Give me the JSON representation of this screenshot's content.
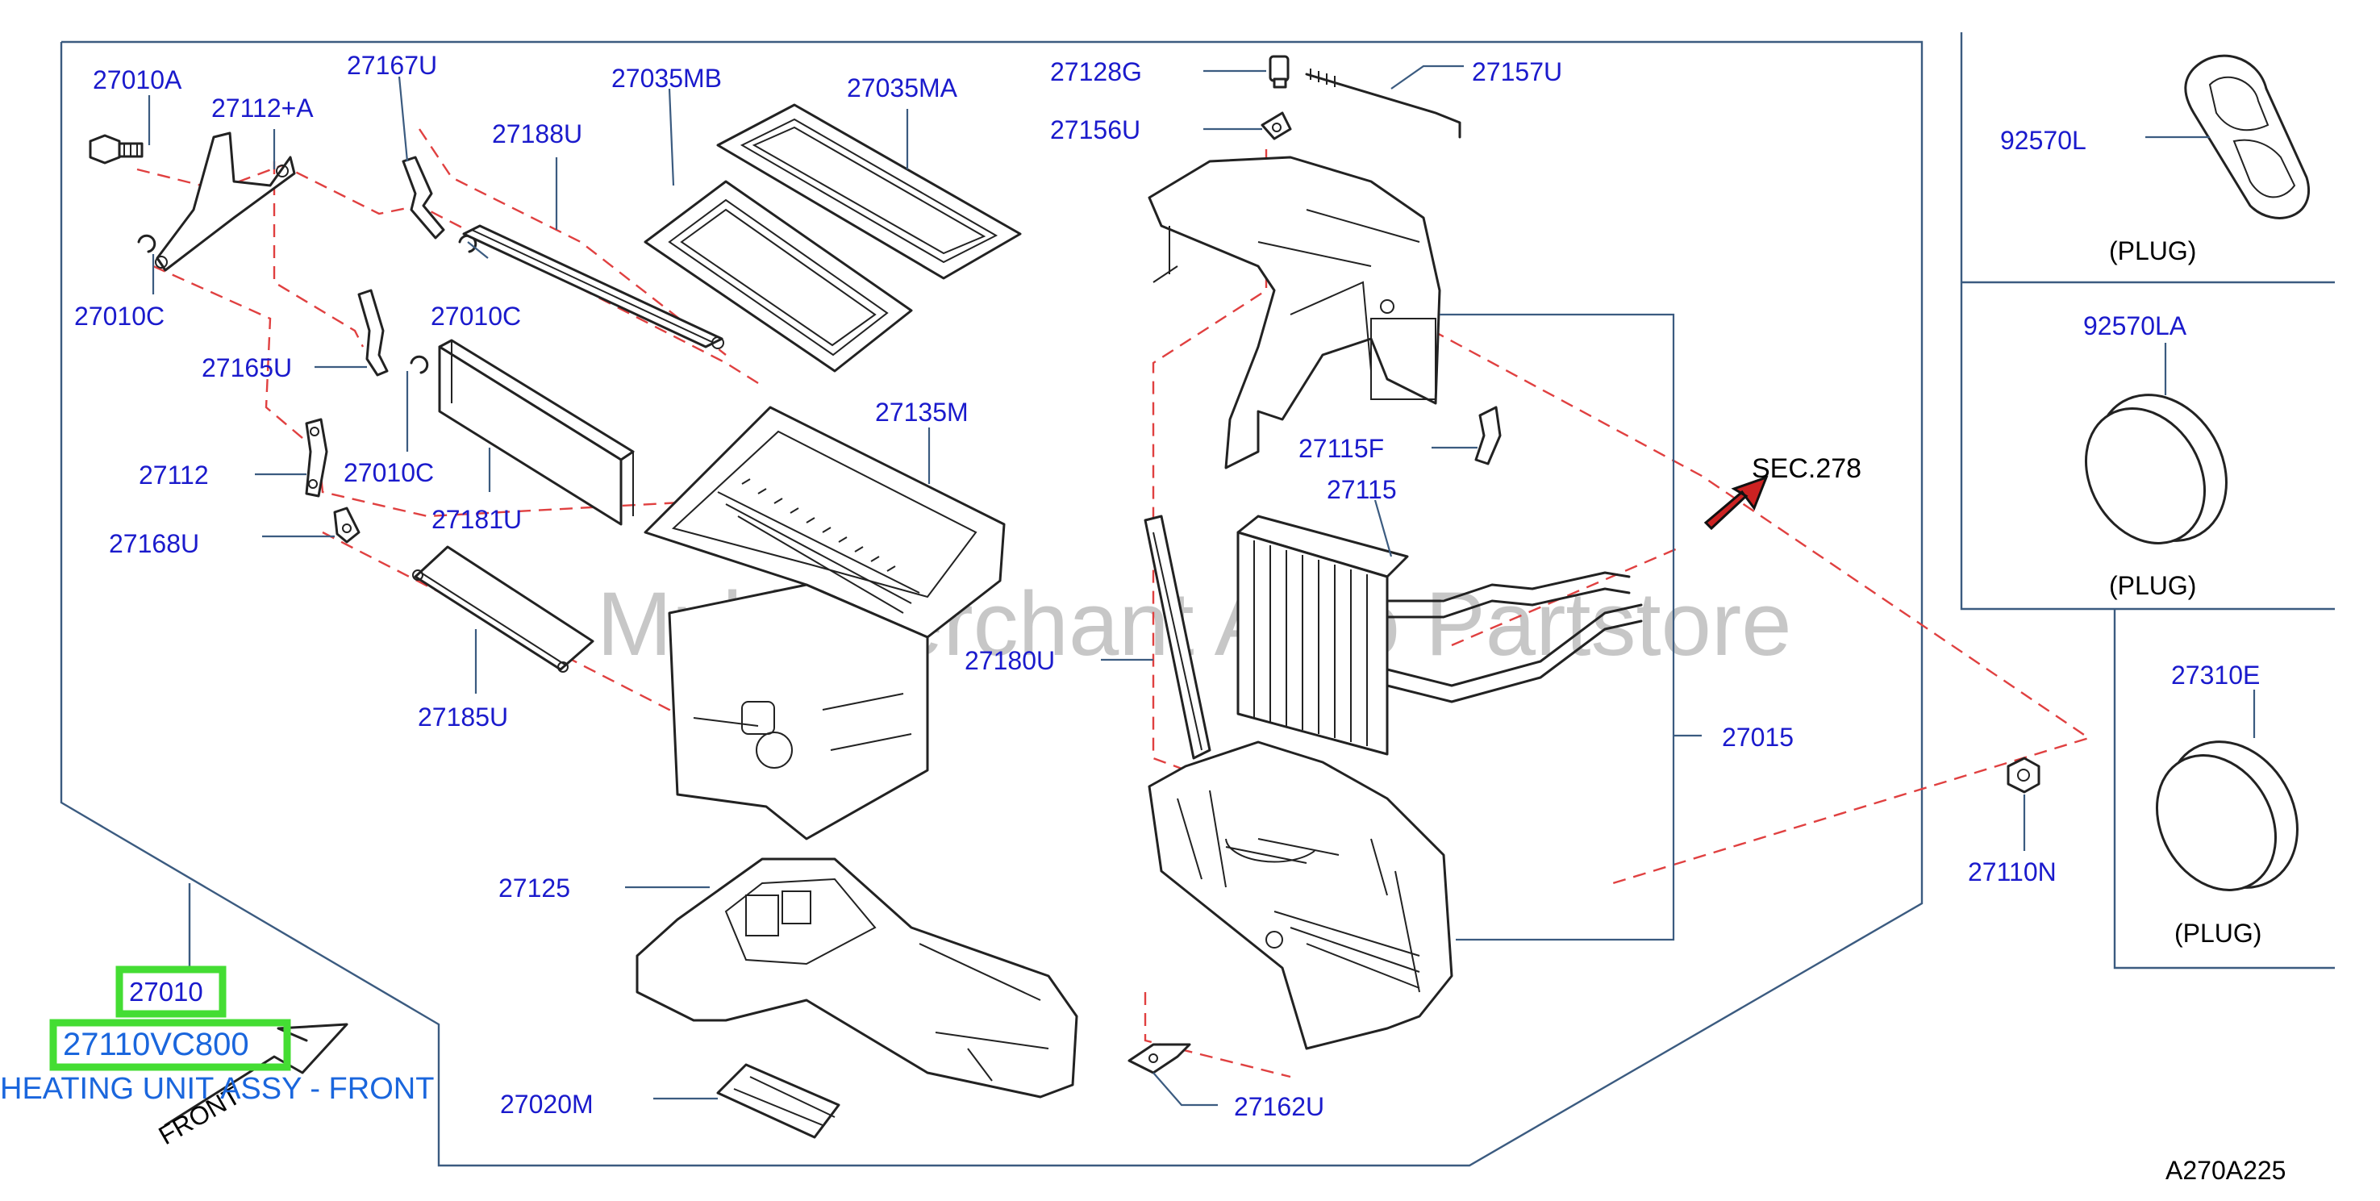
{
  "watermark": "Multi-Merchant Auto Partstore",
  "diagram_code": "A270A225",
  "sec_ref": "SEC.278",
  "front_label": "FRONT",
  "highlight": {
    "part_number": "27010",
    "part_code": "27110VC800",
    "description": "HEATING UNIT ASSY - FRONT"
  },
  "parts": {
    "p27010A": "27010A",
    "p27112A": "27112+A",
    "p27167U": "27167U",
    "p27035MB": "27035MB",
    "p27035MA": "27035MA",
    "p27188U": "27188U",
    "p27010C_1": "27010C",
    "p27010C_2": "27010C",
    "p27010C_3": "27010C",
    "p27165U": "27165U",
    "p27112": "27112",
    "p27168U": "27168U",
    "p27181U": "27181U",
    "p27185U": "27185U",
    "p27135M": "27135M",
    "p27125": "27125",
    "p27020M": "27020M",
    "p27128G": "27128G",
    "p27157U": "27157U",
    "p27156U": "27156U",
    "p27115F": "27115F",
    "p27115": "27115",
    "p27180U": "27180U",
    "p27015": "27015",
    "p27162U": "27162U",
    "p27110N": "27110N",
    "p92570L": "92570L",
    "p92570LA": "92570LA",
    "p27310E": "27310E"
  },
  "plugs": {
    "plug1": "(PLUG)",
    "plug2": "(PLUG)",
    "plug3": "(PLUG)"
  }
}
